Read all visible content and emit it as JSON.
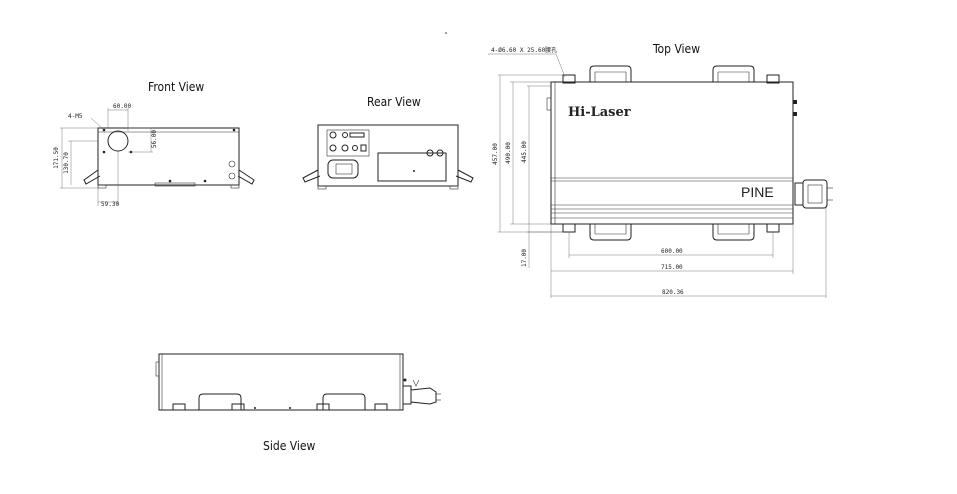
{
  "views": {
    "front": {
      "title": "Front View",
      "dims": {
        "holes": "4-M5",
        "width_top": "60.00",
        "offset_right": "56.00",
        "height_total": "171.50",
        "height_inner": "130.70",
        "bottom_offset": "59.30"
      }
    },
    "rear": {
      "title": "Rear View"
    },
    "top": {
      "title": "Top View",
      "brand": "Hi-Laser",
      "model": "PINE",
      "dims": {
        "holes": "4-Ø6.60 X 25.60腰孔",
        "h1": "457.00",
        "h2": "490.00",
        "h3": "445.00",
        "h4": "17.00",
        "w1": "600.00",
        "w2": "715.00",
        "w3": "820.36"
      }
    },
    "side": {
      "title": "Side View"
    }
  },
  "colors": {
    "line": "#222222",
    "background": "#ffffff"
  }
}
